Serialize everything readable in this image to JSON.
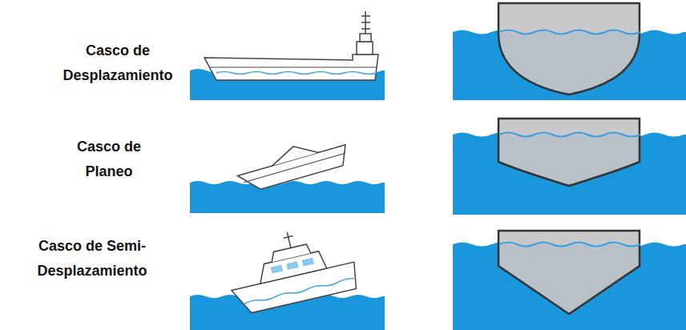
{
  "diagram": {
    "labels": [
      "Casco de Desplazamiento",
      "Casco de Planeo",
      "Casco de Semi-Desplazamiento"
    ]
  }
}
